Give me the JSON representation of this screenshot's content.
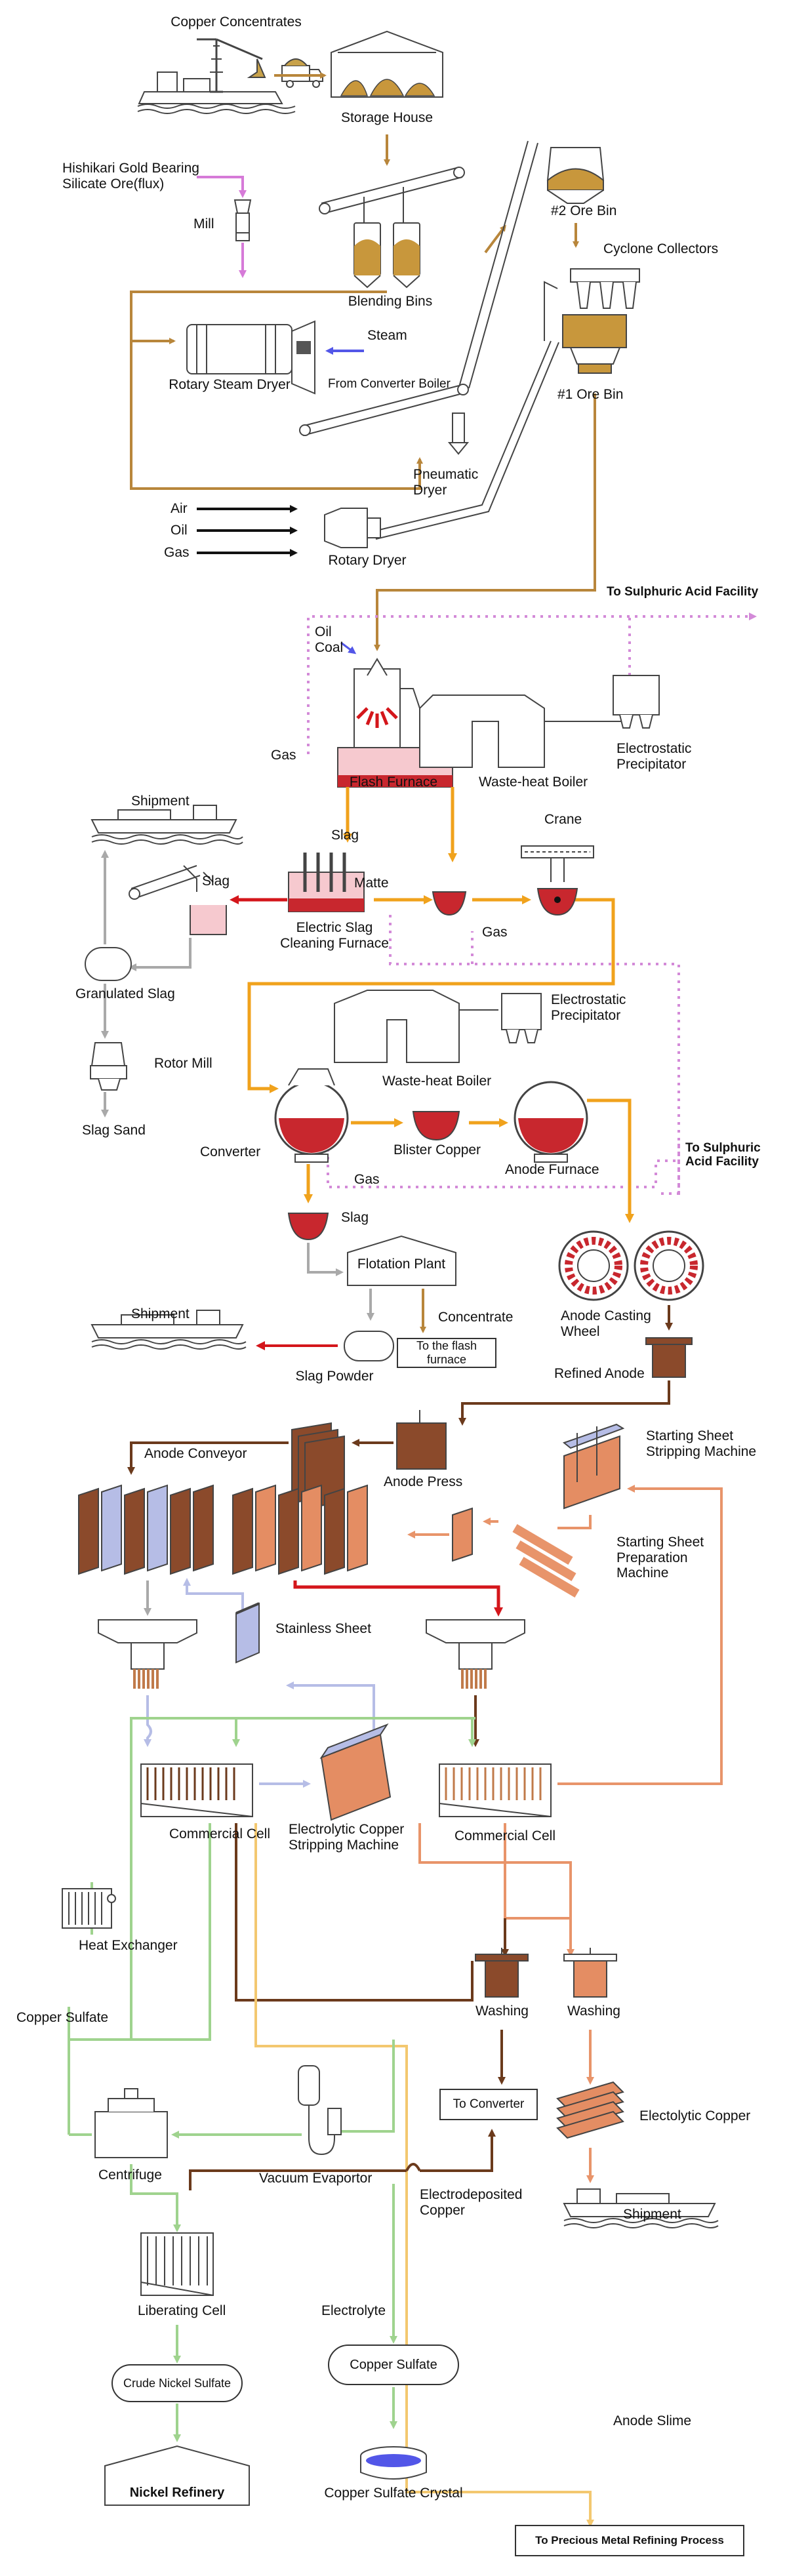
{
  "colors": {
    "copper_arrow": "#b8863b",
    "orange_arrow": "#f0a21c",
    "red_arrow": "#d4161b",
    "gas_dotted": "#d38ad8",
    "steam_blue": "#5256e8",
    "pink_arrow": "#d67ad8",
    "gray_arrow": "#a9a9a9",
    "green_arrow": "#9fd38e",
    "light_blue_arrow": "#b6bde6",
    "dark_brown_arrow": "#6b3a1c",
    "salmon_arrow": "#e8946a",
    "yellow_arrow": "#f3c870",
    "molten": "#c8272e",
    "furnace_pink": "#f6c9cf",
    "anode_brown": "#8b4a2b",
    "cathode_copper": "#e48d63",
    "slime_yellow": "#f3c870"
  },
  "labels": {
    "copper_concentrates": "Copper Concentrates",
    "storage_house": "Storage House",
    "hishikari": "Hishikari Gold Bearing\nSilicate Ore(flux)",
    "mill": "Mill",
    "blending_bins": "Blending Bins",
    "ore_bin_2": "#2 Ore Bin",
    "cyclone_collectors": "Cyclone Collectors",
    "steam": "Steam",
    "rotary_steam_dryer": "Rotary Steam Dryer",
    "from_converter_boiler": "From Converter Boiler",
    "ore_bin_1": "#1 Ore Bin",
    "pneumatic_dryer": "Pneumatic\nDryer",
    "air": "Air",
    "oil": "Oil",
    "gas": "Gas",
    "rotary_dryer": "Rotary Dryer",
    "to_sulphuric_1": "To Sulphuric Acid Facility",
    "oil_coal": "Oil\nCoal",
    "gas_left": "Gas",
    "electrostatic_precipitator_1": "Electrostatic\nPrecipitator",
    "flash_furnace": "Flash Furnace",
    "waste_heat_boiler_1": "Waste-heat Boiler",
    "shipment_1": "Shipment",
    "crane": "Crane",
    "slag_top": "Slag",
    "slag_mid": "Slag",
    "matte": "Matte",
    "electric_slag_cleaning": "Electric Slag\nCleaning Furnace",
    "gas_mid": "Gas",
    "granulated_slag": "Granulated Slag",
    "electrostatic_precipitator_2": "Electrostatic\nPrecipitator",
    "rotor_mill": "Rotor Mill",
    "slag_sand": "Slag Sand",
    "waste_heat_boiler_2": "Waste-heat Boiler",
    "to_sulphuric_2": "To Sulphuric\nAcid Facility",
    "converter": "Converter",
    "blister_copper": "Blister Copper",
    "anode_furnace": "Anode Furnace",
    "gas_low": "Gas",
    "slag_conv": "Slag",
    "flotation_plant": "Flotation Plant",
    "shipment_2": "Shipment",
    "concentrate": "Concentrate",
    "anode_casting_wheel": "Anode Casting\nWheel",
    "slag_powder": "Slag Powder",
    "to_flash_furnace": "To the flash furnace",
    "refined_anode": "Refined Anode",
    "anode_conveyor": "Anode Conveyor",
    "anode_press": "Anode Press",
    "starting_sheet_stripping": "Starting Sheet\nStripping Machine",
    "starting_sheet_prep": "Starting Sheet\nPreparation\nMachine",
    "stainless_sheet": "Stainless Sheet",
    "commercial_cell_left": "Commercial Cell",
    "electrolytic_stripping": "Electrolytic Copper\nStripping Machine",
    "commercial_cell_right": "Commercial Cell",
    "heat_exchanger": "Heat Exchanger",
    "washing_left": "Washing",
    "washing_right": "Washing",
    "copper_sulfate_left": "Copper Sulfate",
    "to_converter": "To Converter",
    "electolytic_copper": "Electolytic Copper",
    "centrifuge": "Centrifuge",
    "vacuum_evaporator": "Vacuum Evaportor",
    "shipment_3": "Shipment",
    "electrodeposited_copper": "Electrodeposited\nCopper",
    "liberating_cell": "Liberating Cell",
    "electrolyte": "Electrolyte",
    "crude_nickel_sulfate": "Crude Nickel Sulfate",
    "copper_sulfate_box": "Copper Sulfate",
    "anode_slime": "Anode Slime",
    "nickel_refinery": "Nickel Refinery",
    "copper_sulfate_crystal": "Copper Sulfate Crystal",
    "to_precious": "To Precious Metal Refining Process"
  }
}
